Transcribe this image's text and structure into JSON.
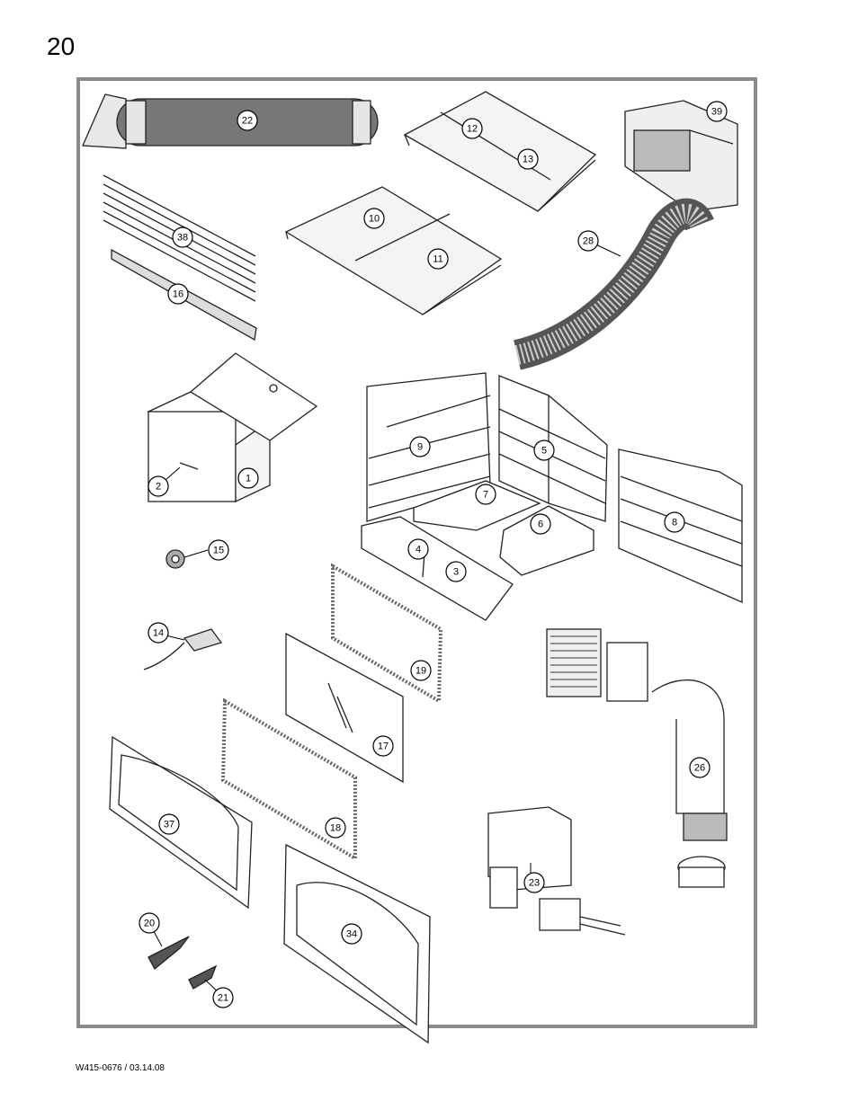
{
  "page": {
    "number": "20",
    "footer_code": "W415-0676 / 03.14.08"
  },
  "callouts": [
    "22",
    "12",
    "13",
    "39",
    "10",
    "11",
    "38",
    "16",
    "28",
    "9",
    "5",
    "1",
    "2",
    "7",
    "6",
    "8",
    "4",
    "3",
    "15",
    "14",
    "19",
    "17",
    "26",
    "37",
    "18",
    "23",
    "34",
    "20",
    "21"
  ]
}
